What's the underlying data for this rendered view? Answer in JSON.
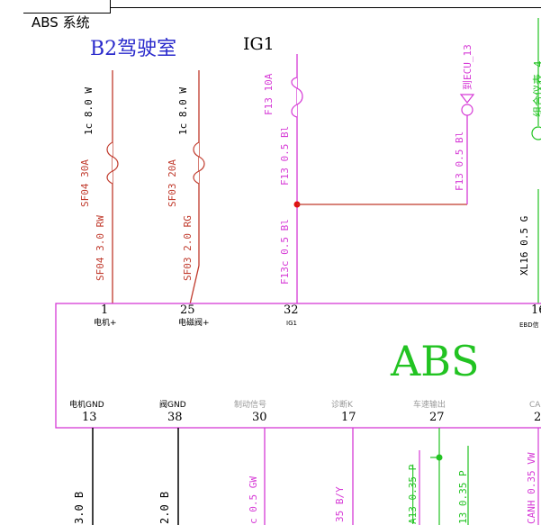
{
  "header": {
    "title": "ABS 系统"
  },
  "labels": {
    "cab_location": "B2驾驶室",
    "ig1": "IG1",
    "module_name": "ABS",
    "fuse_f13_rating": "F13 10A",
    "fuse_f13_wire": "F13 0.5 Bl",
    "fuse_f13c_wire": "F13c 0.5 Bl",
    "fuse_sf04_rating": "SF04 30A",
    "fuse_sf04_size": "1c 8.0 W",
    "fuse_sf04_wire": "SF04 3.0 RW",
    "fuse_sf03_rating": "SF03 20A",
    "fuse_sf03_size": "1c 8.0 W",
    "fuse_sf03_wire": "SF03 2.0 RG",
    "ecu13_wire": "F13 0.5 Bl",
    "ecu13_label": "到ECU_13",
    "cluster_label": "组合仪表 4",
    "xl16_wire": "XL16 0.5 G"
  },
  "top_pins": [
    {
      "num": "1",
      "name": "电机+"
    },
    {
      "num": "25",
      "name": "电磁阀+"
    },
    {
      "num": "32",
      "name": "IG1"
    },
    {
      "num": "16",
      "name": "EBD信"
    }
  ],
  "bottom_pins": [
    {
      "num": "13",
      "name": "电机GND"
    },
    {
      "num": "38",
      "name": "阀GND"
    },
    {
      "num": "30",
      "name": "制动信号"
    },
    {
      "num": "17",
      "name": "诊断K"
    },
    {
      "num": "27",
      "name": "车速输出"
    },
    {
      "num": "2",
      "name": "CA"
    }
  ],
  "bottom_wires": {
    "w13": "3.0 B",
    "w38": "2.0 B",
    "w30": "c 0.5 GW",
    "w17": "35 B/Y",
    "w27a": "A13 0.35 P",
    "w27b": "13 0.35 P",
    "w2": "CANH 0.35 VW"
  },
  "colors": {
    "power_red": "#c0392b",
    "ig_magenta": "#d63ad6",
    "signal_green": "#22c322",
    "ground_black": "#000000",
    "title_blue": "#2a2acc"
  }
}
